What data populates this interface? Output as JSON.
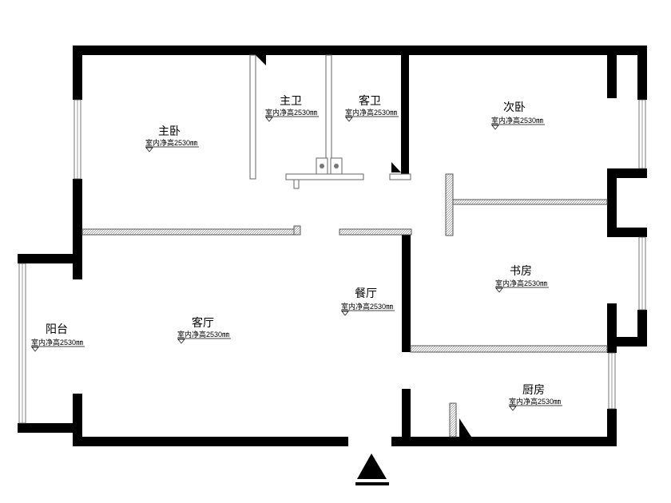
{
  "rooms": {
    "master_bedroom": {
      "name": "主卧",
      "height": "室内净高2530㎜"
    },
    "master_bath": {
      "name": "主卫",
      "height": "室内净高2530㎜"
    },
    "guest_bath": {
      "name": "客卫",
      "height": "室内净高2530㎜"
    },
    "second_bedroom": {
      "name": "次卧",
      "height": "室内净高2530㎜"
    },
    "living_room": {
      "name": "客厅",
      "height": "室内净高2530㎜"
    },
    "dining_room": {
      "name": "餐厅",
      "height": "室内净高2530㎜"
    },
    "balcony": {
      "name": "阳台",
      "height": "室内净高2530㎜"
    },
    "study": {
      "name": "书房",
      "height": "室内净高2530㎜"
    },
    "kitchen": {
      "name": "厨房",
      "height": "室内净高2530㎜"
    }
  },
  "entrance_marker_icon": "solid-triangle"
}
